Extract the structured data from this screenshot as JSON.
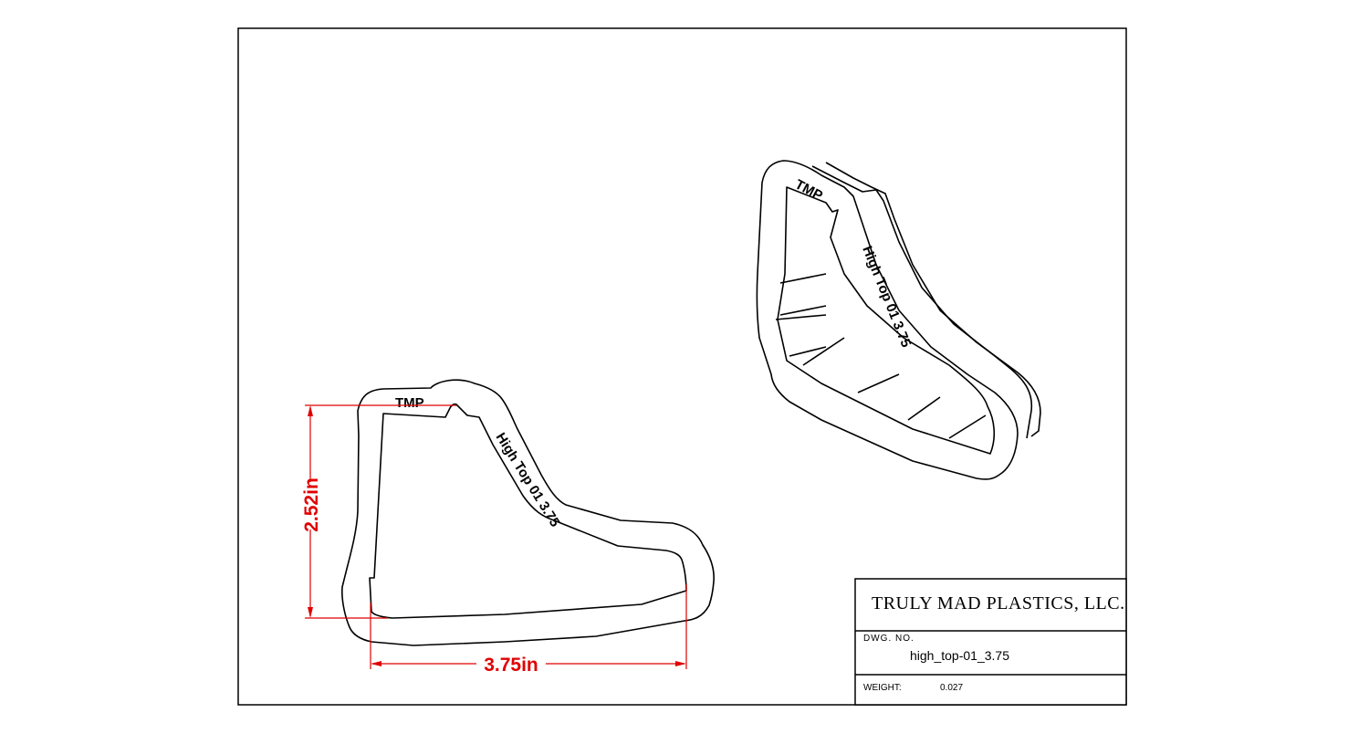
{
  "drawing": {
    "front_view": {
      "embossed_text_top": "TMP",
      "embossed_text_side": "High Top 01  3.75",
      "height_dimension": "2.52in",
      "width_dimension": "3.75in"
    },
    "iso_view": {
      "embossed_text_top": "TMP",
      "embossed_text_side": "High Top 01  3.75"
    }
  },
  "title_block": {
    "company": "TRULY MAD PLASTICS, LLC.",
    "dwg_no_label": "DWG. NO.",
    "dwg_no": "high_top-01_3.75",
    "weight_label": "WEIGHT:",
    "weight": "0.027"
  },
  "colors": {
    "dimension": "#e00000",
    "line": "#000000"
  }
}
